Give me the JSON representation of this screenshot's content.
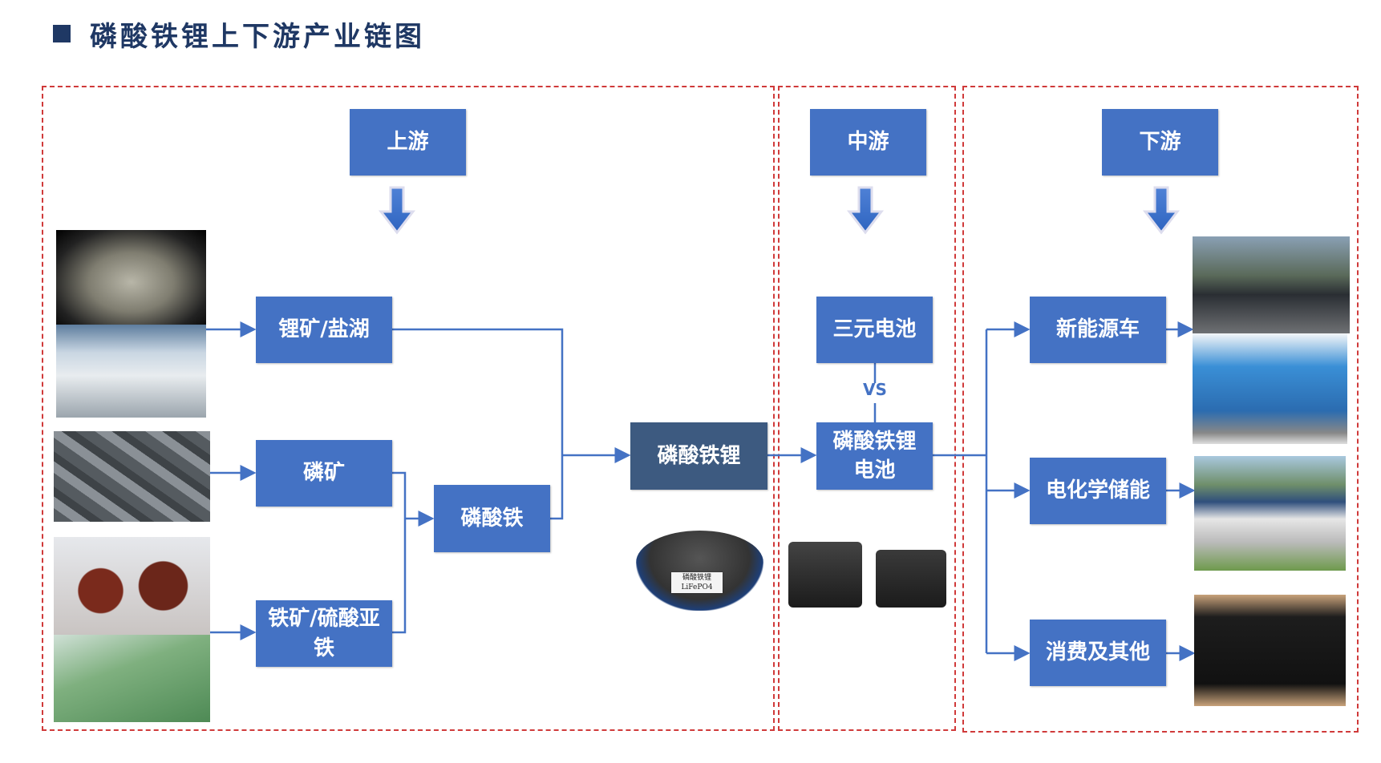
{
  "title": "磷酸铁锂上下游产业链图",
  "sections": {
    "upstream": "上游",
    "midstream": "中游",
    "downstream": "下游"
  },
  "upstream": {
    "lithium": "锂矿/盐湖",
    "phosphate": "磷矿",
    "iron": "铁矿/硫酸亚铁",
    "iron_phosphate": "磷酸铁"
  },
  "product": "磷酸铁锂",
  "midstream": {
    "ternary": "三元电池",
    "vs": "VS",
    "lfp_battery": "磷酸铁锂电池"
  },
  "downstream": {
    "ev": "新能源车",
    "storage": "电化学储能",
    "consumer": "消费及其他"
  },
  "powder_label": "磷酸铁锂 LiFePO4",
  "colors": {
    "box": "#4472c4",
    "product_box": "#3d5a80",
    "border": "#d03a3a",
    "title": "#1f3864"
  }
}
